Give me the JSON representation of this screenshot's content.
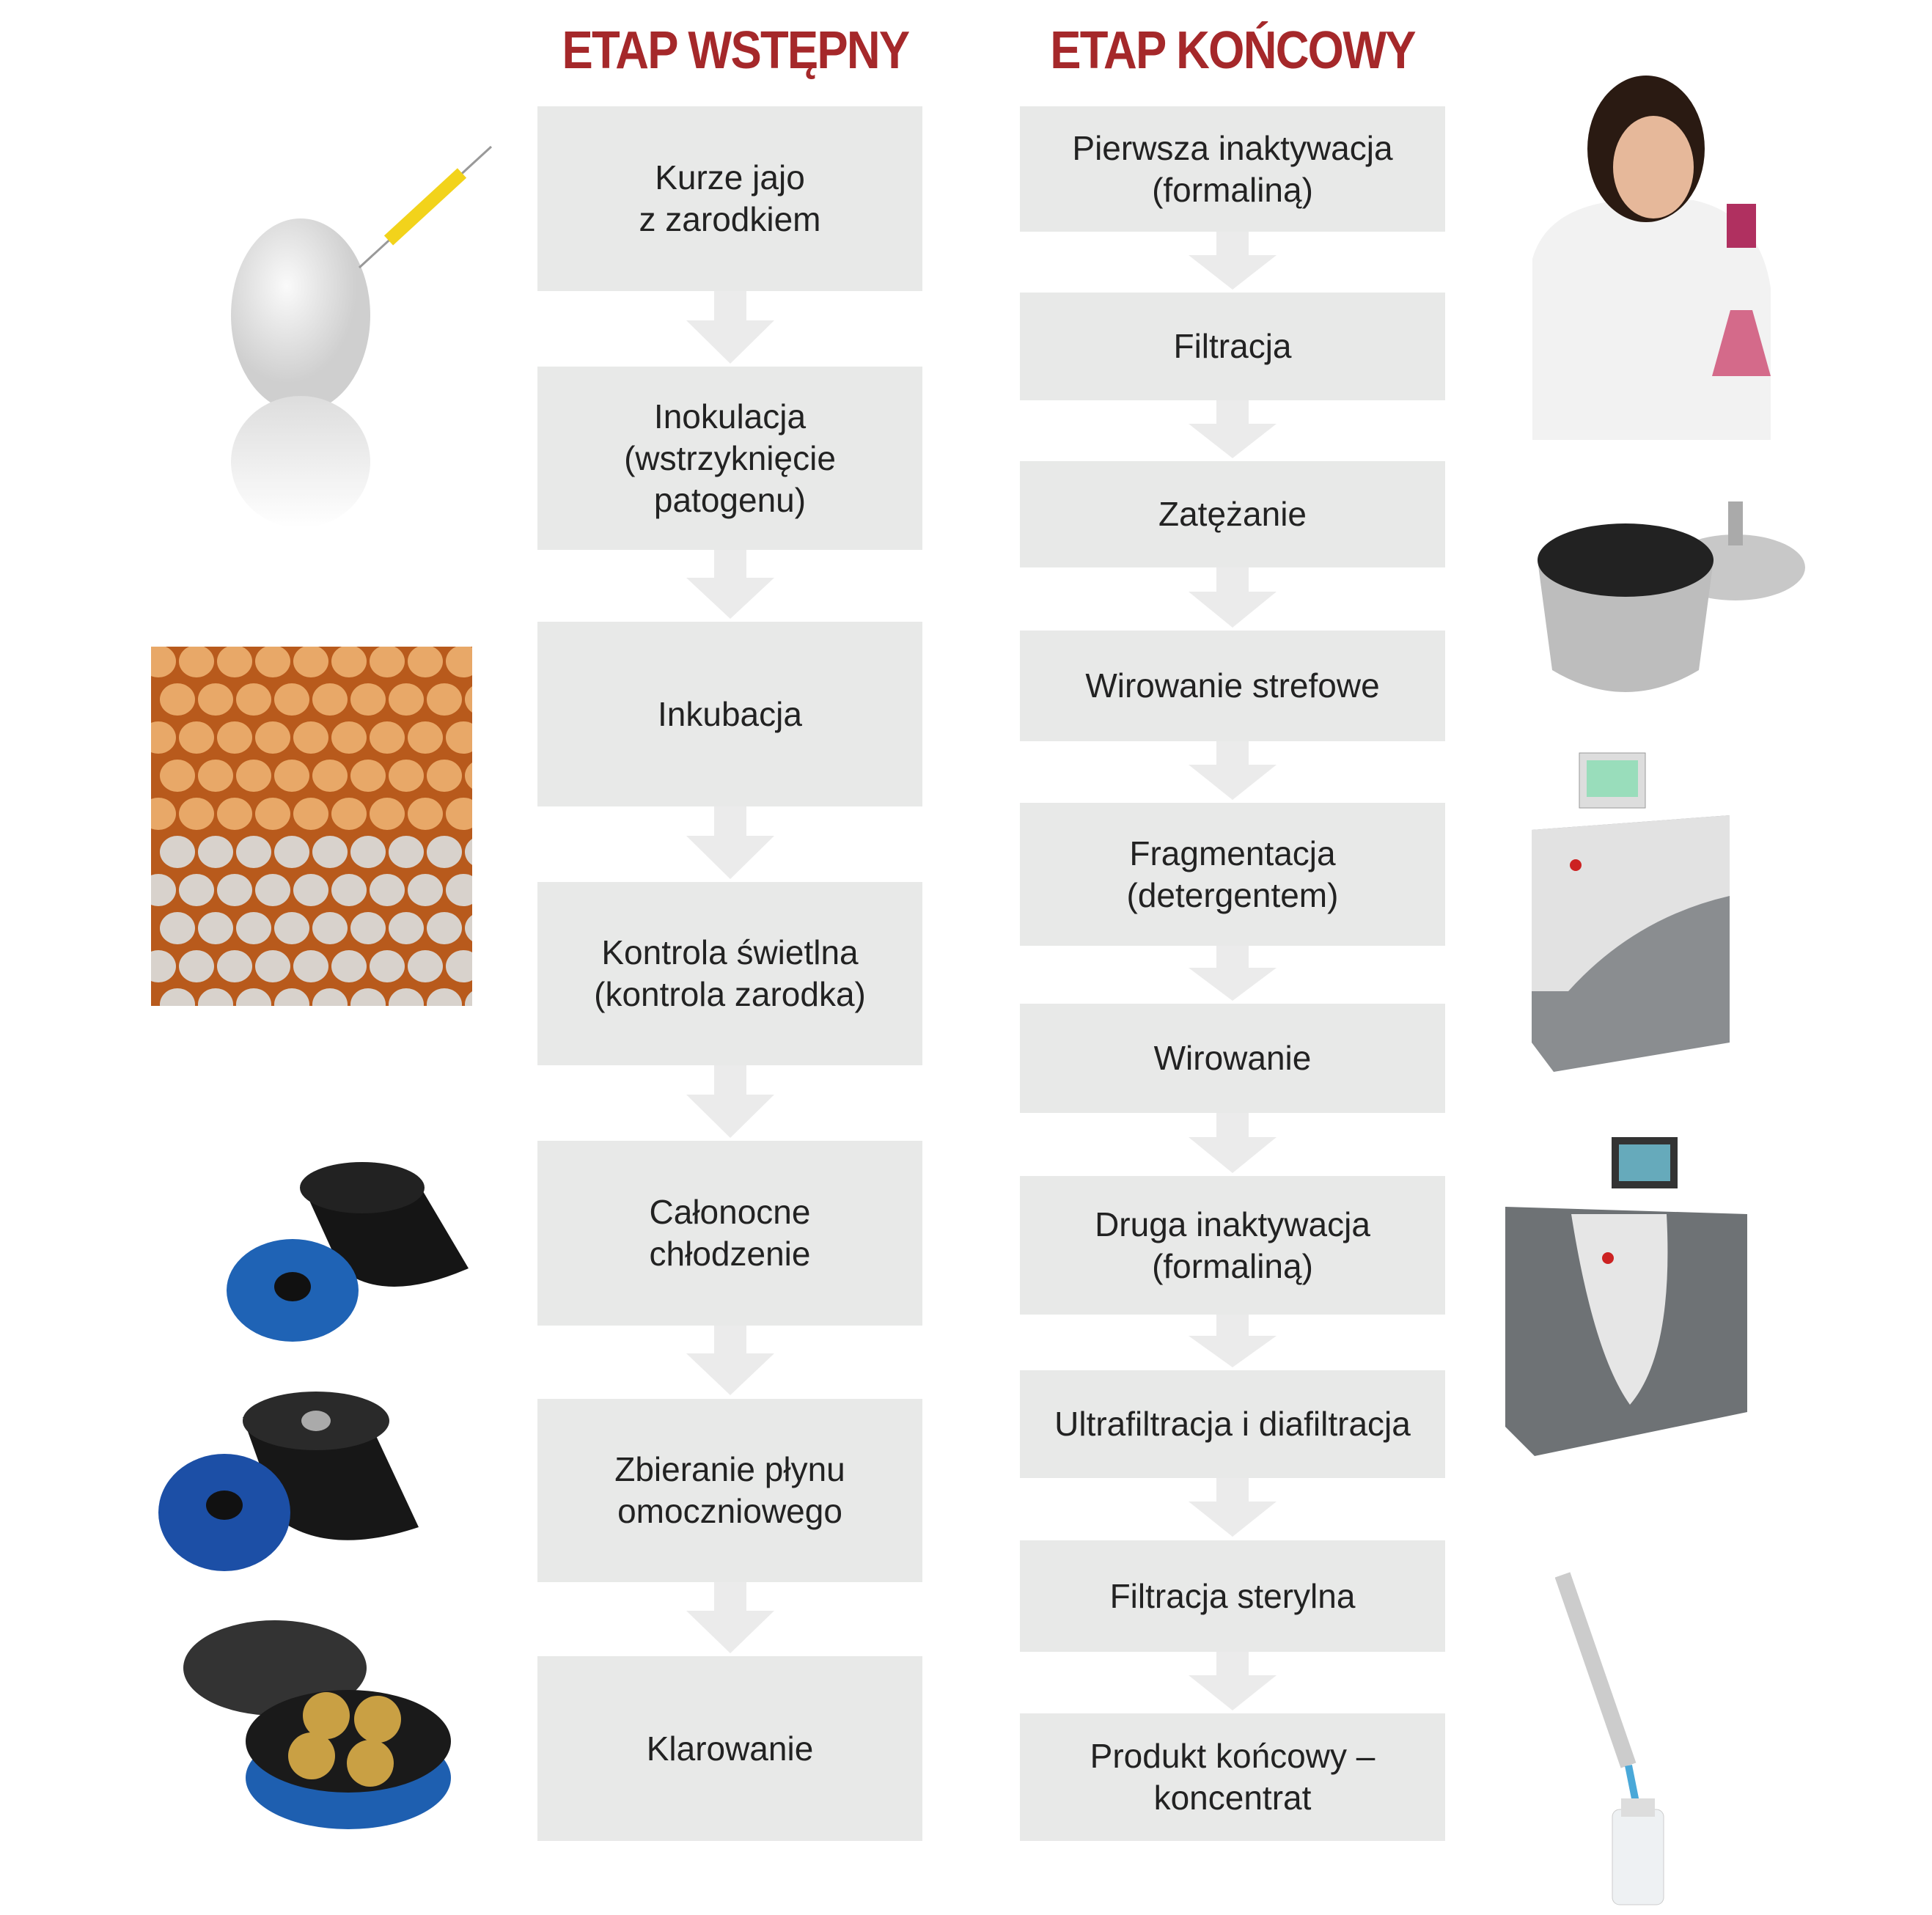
{
  "headers": {
    "left": "ETAP WSTĘPNY",
    "right": "ETAP KOŃCOWY"
  },
  "colors": {
    "header": "#a5282a",
    "box": "#e8e9e8",
    "arrow": "#ebebeb"
  },
  "left_steps": [
    "Kurze jajo\nz zarodkiem",
    "Inokulacja\n(wstrzyknięcie\npatogenu)",
    "Inkubacja",
    "Kontrola świetlna\n(kontrola zarodka)",
    "Całonocne\nchłodzenie",
    "Zbieranie płynu\nomoczniowego",
    "Klarowanie"
  ],
  "right_steps": [
    "Pierwsza inaktywacja\n(formaliną)",
    "Filtracja",
    "Zatężanie",
    "Wirowanie strefowe",
    "Fragmentacja\n(detergentem)",
    "Wirowanie",
    "Druga inaktywacja\n(formaliną)",
    "Ultrafiltracja i diafiltracja",
    "Filtracja sterylna",
    "Produkt końcowy –\nkoncentrat"
  ]
}
